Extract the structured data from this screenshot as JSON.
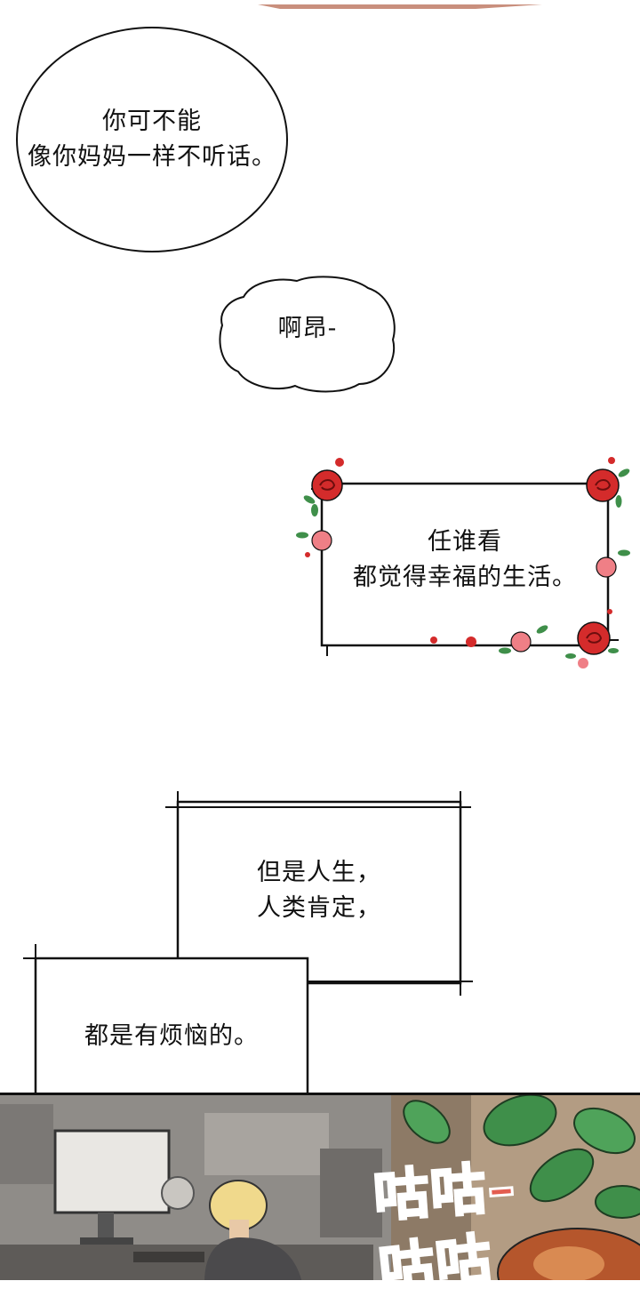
{
  "speech_bubble": {
    "text": "你可不能\n像你妈妈一样不听话。"
  },
  "thought_bubble": {
    "text": "啊昂-"
  },
  "rose_caption": {
    "text": "任谁看\n都觉得幸福的生活。"
  },
  "narration_1": {
    "text": "但是人生，\n人类肯定，"
  },
  "narration_2": {
    "text": "都是有烦恼的。"
  },
  "sound_effect": {
    "line1": "咕咕–",
    "line2": "咕咕"
  },
  "colors": {
    "rose": "#d42b2b",
    "rose_pink": "#ef7f86",
    "sfx": "#e35d50",
    "leaf": "#3f8f4a"
  }
}
